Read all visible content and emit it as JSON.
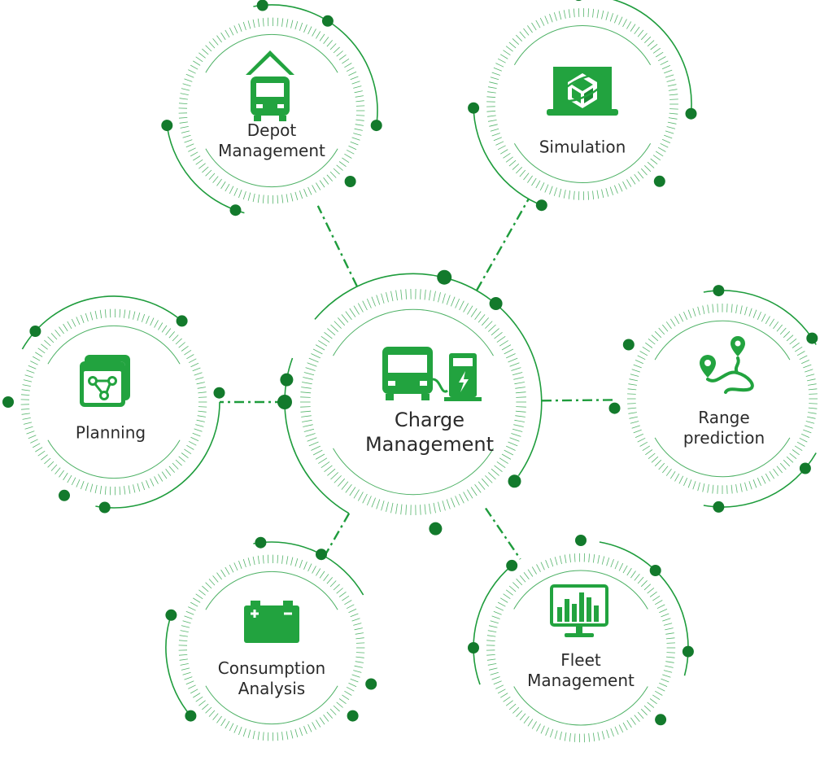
{
  "colors": {
    "accent": "#1e9c3c",
    "accent_dark": "#137a2c",
    "icon_fill": "#22a33f",
    "text": "#2b2b2b"
  },
  "center": {
    "label_line1": "Charge",
    "label_line2": "Management",
    "icon": "bus-charging-station-icon"
  },
  "nodes": [
    {
      "id": "depot",
      "line1": "Depot",
      "line2": "Management",
      "icon": "bus-depot-icon"
    },
    {
      "id": "simulation",
      "line1": "Simulation",
      "line2": "",
      "icon": "laptop-cube-icon"
    },
    {
      "id": "planning",
      "line1": "Planning",
      "line2": "",
      "icon": "planning-window-icon"
    },
    {
      "id": "range",
      "line1": "Range",
      "line2": "prediction",
      "icon": "route-pin-icon"
    },
    {
      "id": "consumption",
      "line1": "Consumption",
      "line2": "Analysis",
      "icon": "battery-icon"
    },
    {
      "id": "fleet",
      "line1": "Fleet",
      "line2": "Management",
      "icon": "monitor-bar-chart-icon"
    }
  ]
}
